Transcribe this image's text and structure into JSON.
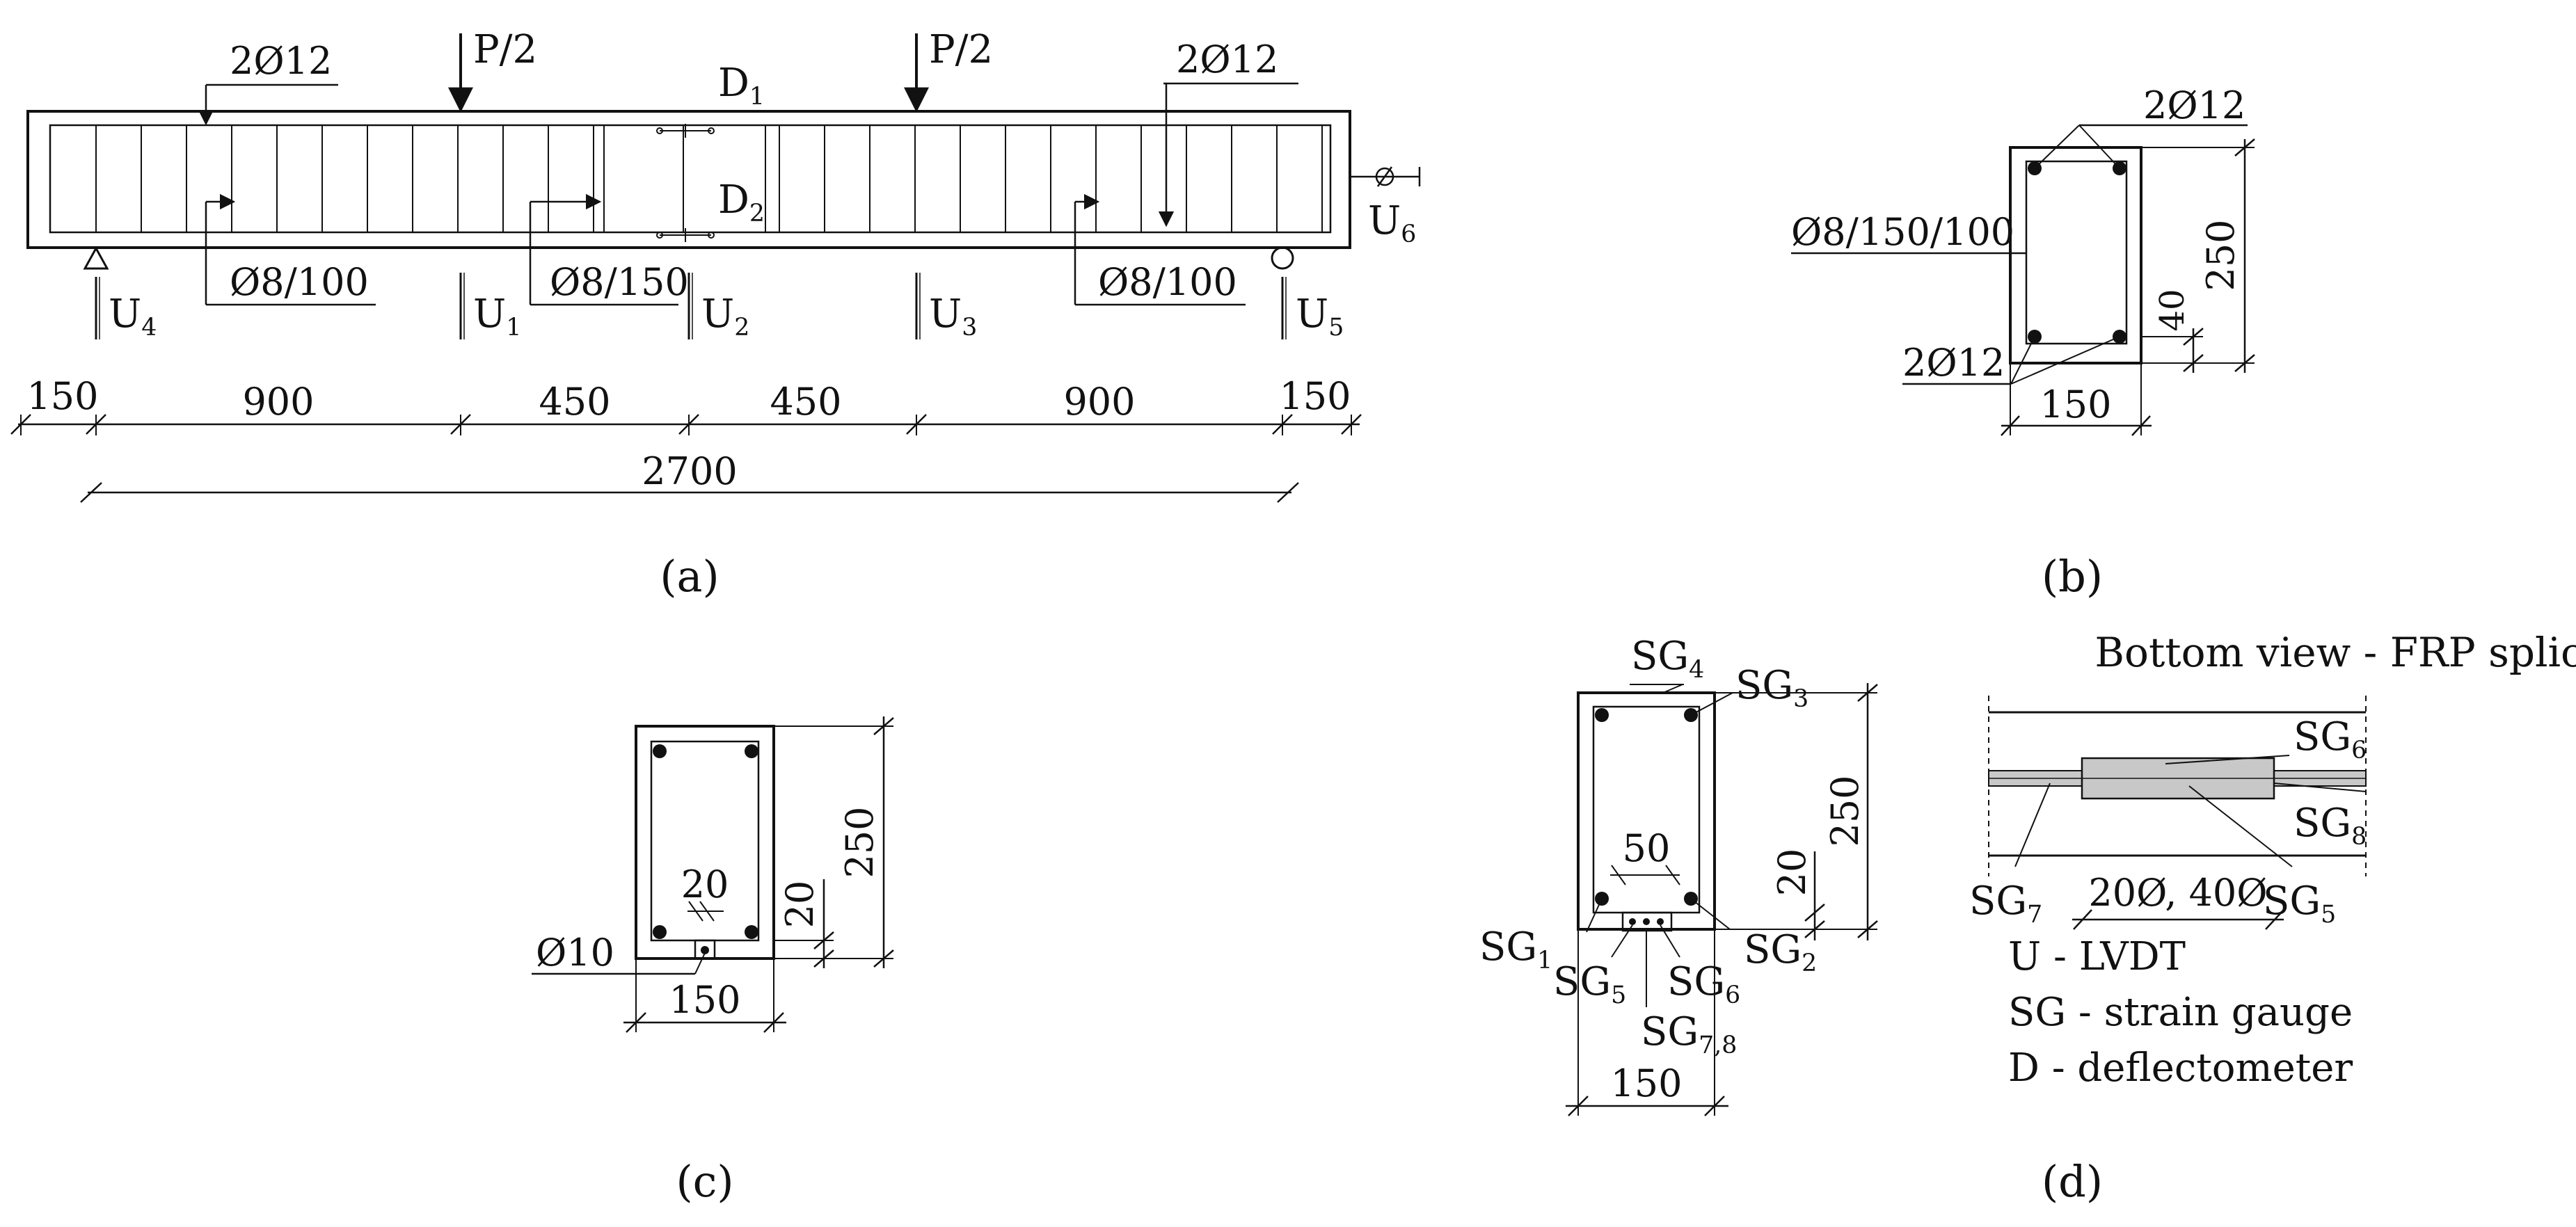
{
  "panel_a": {
    "label": "(a)",
    "load_label": "P/2",
    "top_bar_left": "2Ø12",
    "top_bar_right": "2Ø12",
    "stirrup_left": "Ø8/100",
    "stirrup_mid": "Ø8/150",
    "stirrup_right": "Ø8/100",
    "deflectometers": [
      {
        "base": "D",
        "sub": "1"
      },
      {
        "base": "D",
        "sub": "2"
      }
    ],
    "lvdts": [
      {
        "base": "U",
        "sub": "4"
      },
      {
        "base": "U",
        "sub": "1"
      },
      {
        "base": "U",
        "sub": "2"
      },
      {
        "base": "U",
        "sub": "3"
      },
      {
        "base": "U",
        "sub": "5"
      },
      {
        "base": "U",
        "sub": "6"
      }
    ],
    "dims": [
      "150",
      "900",
      "450",
      "450",
      "900",
      "150"
    ],
    "total": "2700"
  },
  "panel_b": {
    "label": "(b)",
    "top_bars": "2Ø12",
    "bottom_bars": "2Ø12",
    "stirrups": "Ø8/150/100",
    "height": "250",
    "width": "150",
    "cover": "40"
  },
  "panel_c": {
    "label": "(c)",
    "bar": "Ø10",
    "spacing": "20",
    "cover": "20",
    "height": "250",
    "width": "150"
  },
  "panel_d": {
    "label": "(d)",
    "title": "Bottom view - FRP splicing",
    "section_gauges": [
      {
        "base": "SG",
        "sub": "4"
      },
      {
        "base": "SG",
        "sub": "3"
      },
      {
        "base": "SG",
        "sub": "1"
      },
      {
        "base": "SG",
        "sub": "2"
      },
      {
        "base": "SG",
        "sub": "5"
      },
      {
        "base": "SG",
        "sub": "6"
      },
      {
        "base": "SG",
        "sub": "7,8"
      }
    ],
    "splice_gauges": [
      {
        "base": "SG",
        "sub": "6"
      },
      {
        "base": "SG",
        "sub": "8"
      },
      {
        "base": "SG",
        "sub": "7"
      },
      {
        "base": "SG",
        "sub": "5"
      }
    ],
    "spacing": "50",
    "cover": "20",
    "height": "250",
    "width": "150",
    "lap_length": "20Ø, 40Ø",
    "legend": [
      "U - LVDT",
      "SG - strain gauge",
      "D - deflectometer"
    ]
  }
}
